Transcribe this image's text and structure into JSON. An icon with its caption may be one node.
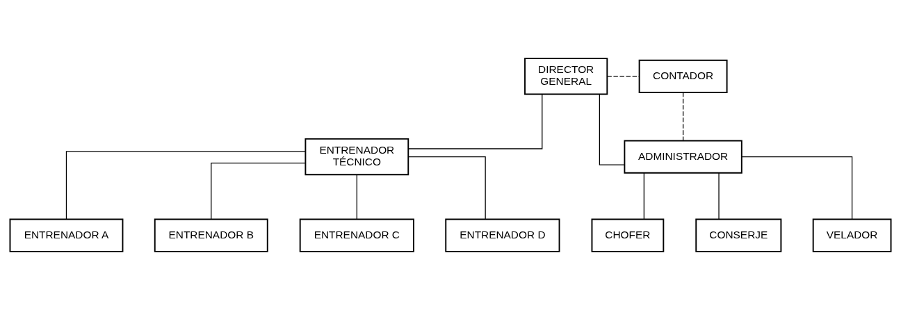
{
  "diagram": {
    "nodes": [
      {
        "text": [
          "DIRECTOR GENERAL"
        ]
      },
      {
        "text": [
          "CONTADOR"
        ]
      },
      {
        "text": [
          "ENTRENADOR TÉCNICO"
        ]
      },
      {
        "text": [
          "ADMINISTRADOR"
        ]
      },
      {
        "text": [
          "ENTRENADOR A"
        ]
      },
      {
        "text": [
          "ENTRENADOR B"
        ]
      },
      {
        "text": [
          "ENTRENADOR C"
        ]
      },
      {
        "text": [
          "ENTRENADOR D"
        ]
      },
      {
        "text": [
          "CHOFER"
        ]
      },
      {
        "text": [
          "CONSERJE"
        ]
      },
      {
        "text": [
          "VELADOR"
        ]
      }
    ],
    "edges": [
      {
        "from": 0,
        "to": 1,
        "arrow": "none",
        "style": "dashed"
      },
      {
        "from": 0,
        "to": 2,
        "arrow": "none"
      },
      {
        "from": 0,
        "to": 3,
        "arrow": "none"
      },
      {
        "from": 1,
        "to": 3,
        "arrow": "none",
        "style": "dashed"
      },
      {
        "from": 2,
        "to": 4,
        "arrow": "none"
      },
      {
        "from": 2,
        "to": 5,
        "arrow": "none"
      },
      {
        "from": 2,
        "to": 6,
        "arrow": "none"
      },
      {
        "from": 2,
        "to": 7,
        "arrow": "none"
      },
      {
        "from": 3,
        "to": 8,
        "arrow": "none"
      },
      {
        "from": 3,
        "to": 9,
        "arrow": "none"
      },
      {
        "from": 3,
        "to": 10,
        "arrow": "none"
      }
    ]
  }
}
